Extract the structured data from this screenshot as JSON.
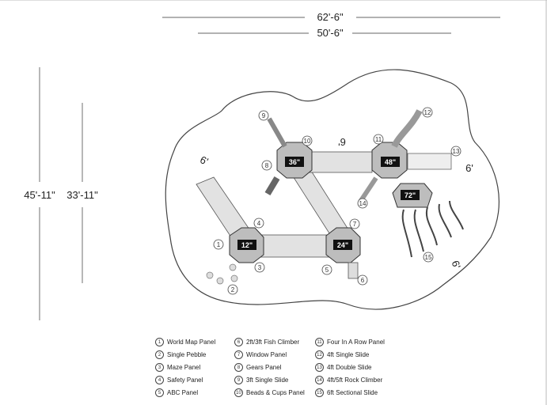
{
  "dimensions": {
    "outer_width": "62'-6\"",
    "inner_width": "50'-6\"",
    "outer_height": "45'-11\"",
    "inner_height": "33'-11\""
  },
  "clearance_labels": [
    "6'",
    "6'",
    "6'",
    "6'"
  ],
  "decks": [
    {
      "label": "12\""
    },
    {
      "label": "24\""
    },
    {
      "label": "36\""
    },
    {
      "label": "48\""
    },
    {
      "label": "72\""
    }
  ],
  "component_numbers": [
    "1",
    "2",
    "3",
    "4",
    "5",
    "6",
    "7",
    "8",
    "9",
    "10",
    "11",
    "12",
    "13",
    "14",
    "15"
  ],
  "legend": [
    {
      "num": "1",
      "label": "World Map Panel"
    },
    {
      "num": "2",
      "label": "Single Pebble"
    },
    {
      "num": "3",
      "label": "Maze Panel"
    },
    {
      "num": "4",
      "label": "Safety Panel"
    },
    {
      "num": "5",
      "label": "ABC Panel"
    },
    {
      "num": "6",
      "label": "2ft/3ft Fish Climber"
    },
    {
      "num": "7",
      "label": "Window Panel"
    },
    {
      "num": "8",
      "label": "Gears Panel"
    },
    {
      "num": "9",
      "label": "3ft Single Slide"
    },
    {
      "num": "10",
      "label": "Beads & Cups Panel"
    },
    {
      "num": "11",
      "label": "Four In A Row Panel"
    },
    {
      "num": "12",
      "label": "4ft Single Slide"
    },
    {
      "num": "13",
      "label": "4ft Double Slide"
    },
    {
      "num": "14",
      "label": "4ft/5ft Rock Climber"
    },
    {
      "num": "15",
      "label": "6ft Sectional Slide"
    }
  ]
}
